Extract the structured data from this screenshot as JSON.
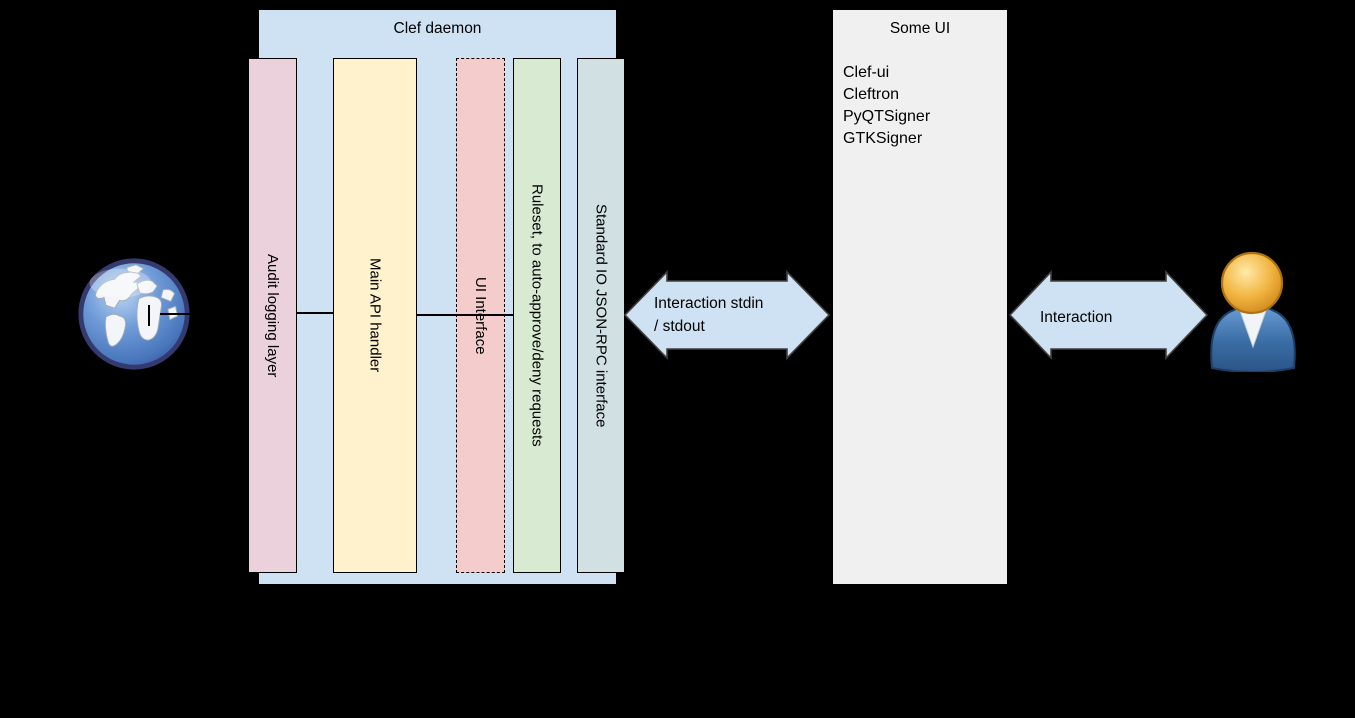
{
  "clef_daemon": {
    "title": "Clef daemon",
    "fill": "#cfe2f3",
    "bars": [
      {
        "label": "Audit logging layer",
        "fill": "#ead1dc",
        "border_style": "solid"
      },
      {
        "label": "Main API handler",
        "fill": "#fff2cc",
        "border_style": "solid"
      },
      {
        "label": "UI Interface",
        "fill": "#f4cccc",
        "border_style": "dashed"
      },
      {
        "label": "Ruleset, to auto-approve/deny requests",
        "fill": "#d9ead3",
        "border_style": "solid"
      },
      {
        "label": "Standard IO JSON-RPC interface",
        "fill": "#d0e0e3",
        "border_style": "solid"
      }
    ]
  },
  "some_ui": {
    "title": "Some UI",
    "fill": "#f0f0f0",
    "items": [
      "Clef-ui",
      "Cleftron",
      "PyQTSigner",
      "GTKSigner"
    ]
  },
  "arrows": {
    "stdio": {
      "label_line1": "Interaction stdin",
      "label_line2": "/ stdout",
      "fill": "#cfe2f3",
      "outline": "#404040"
    },
    "user": {
      "label": "Interaction",
      "fill": "#cfe2f3",
      "outline": "#404040"
    }
  },
  "icons": {
    "left": "globe-icon",
    "right": "user-icon"
  },
  "colors": {
    "background": "#000000",
    "globe_ocean": "#4a77bd",
    "user_head": "#f0a93a",
    "user_body": "#3a6ea5"
  }
}
